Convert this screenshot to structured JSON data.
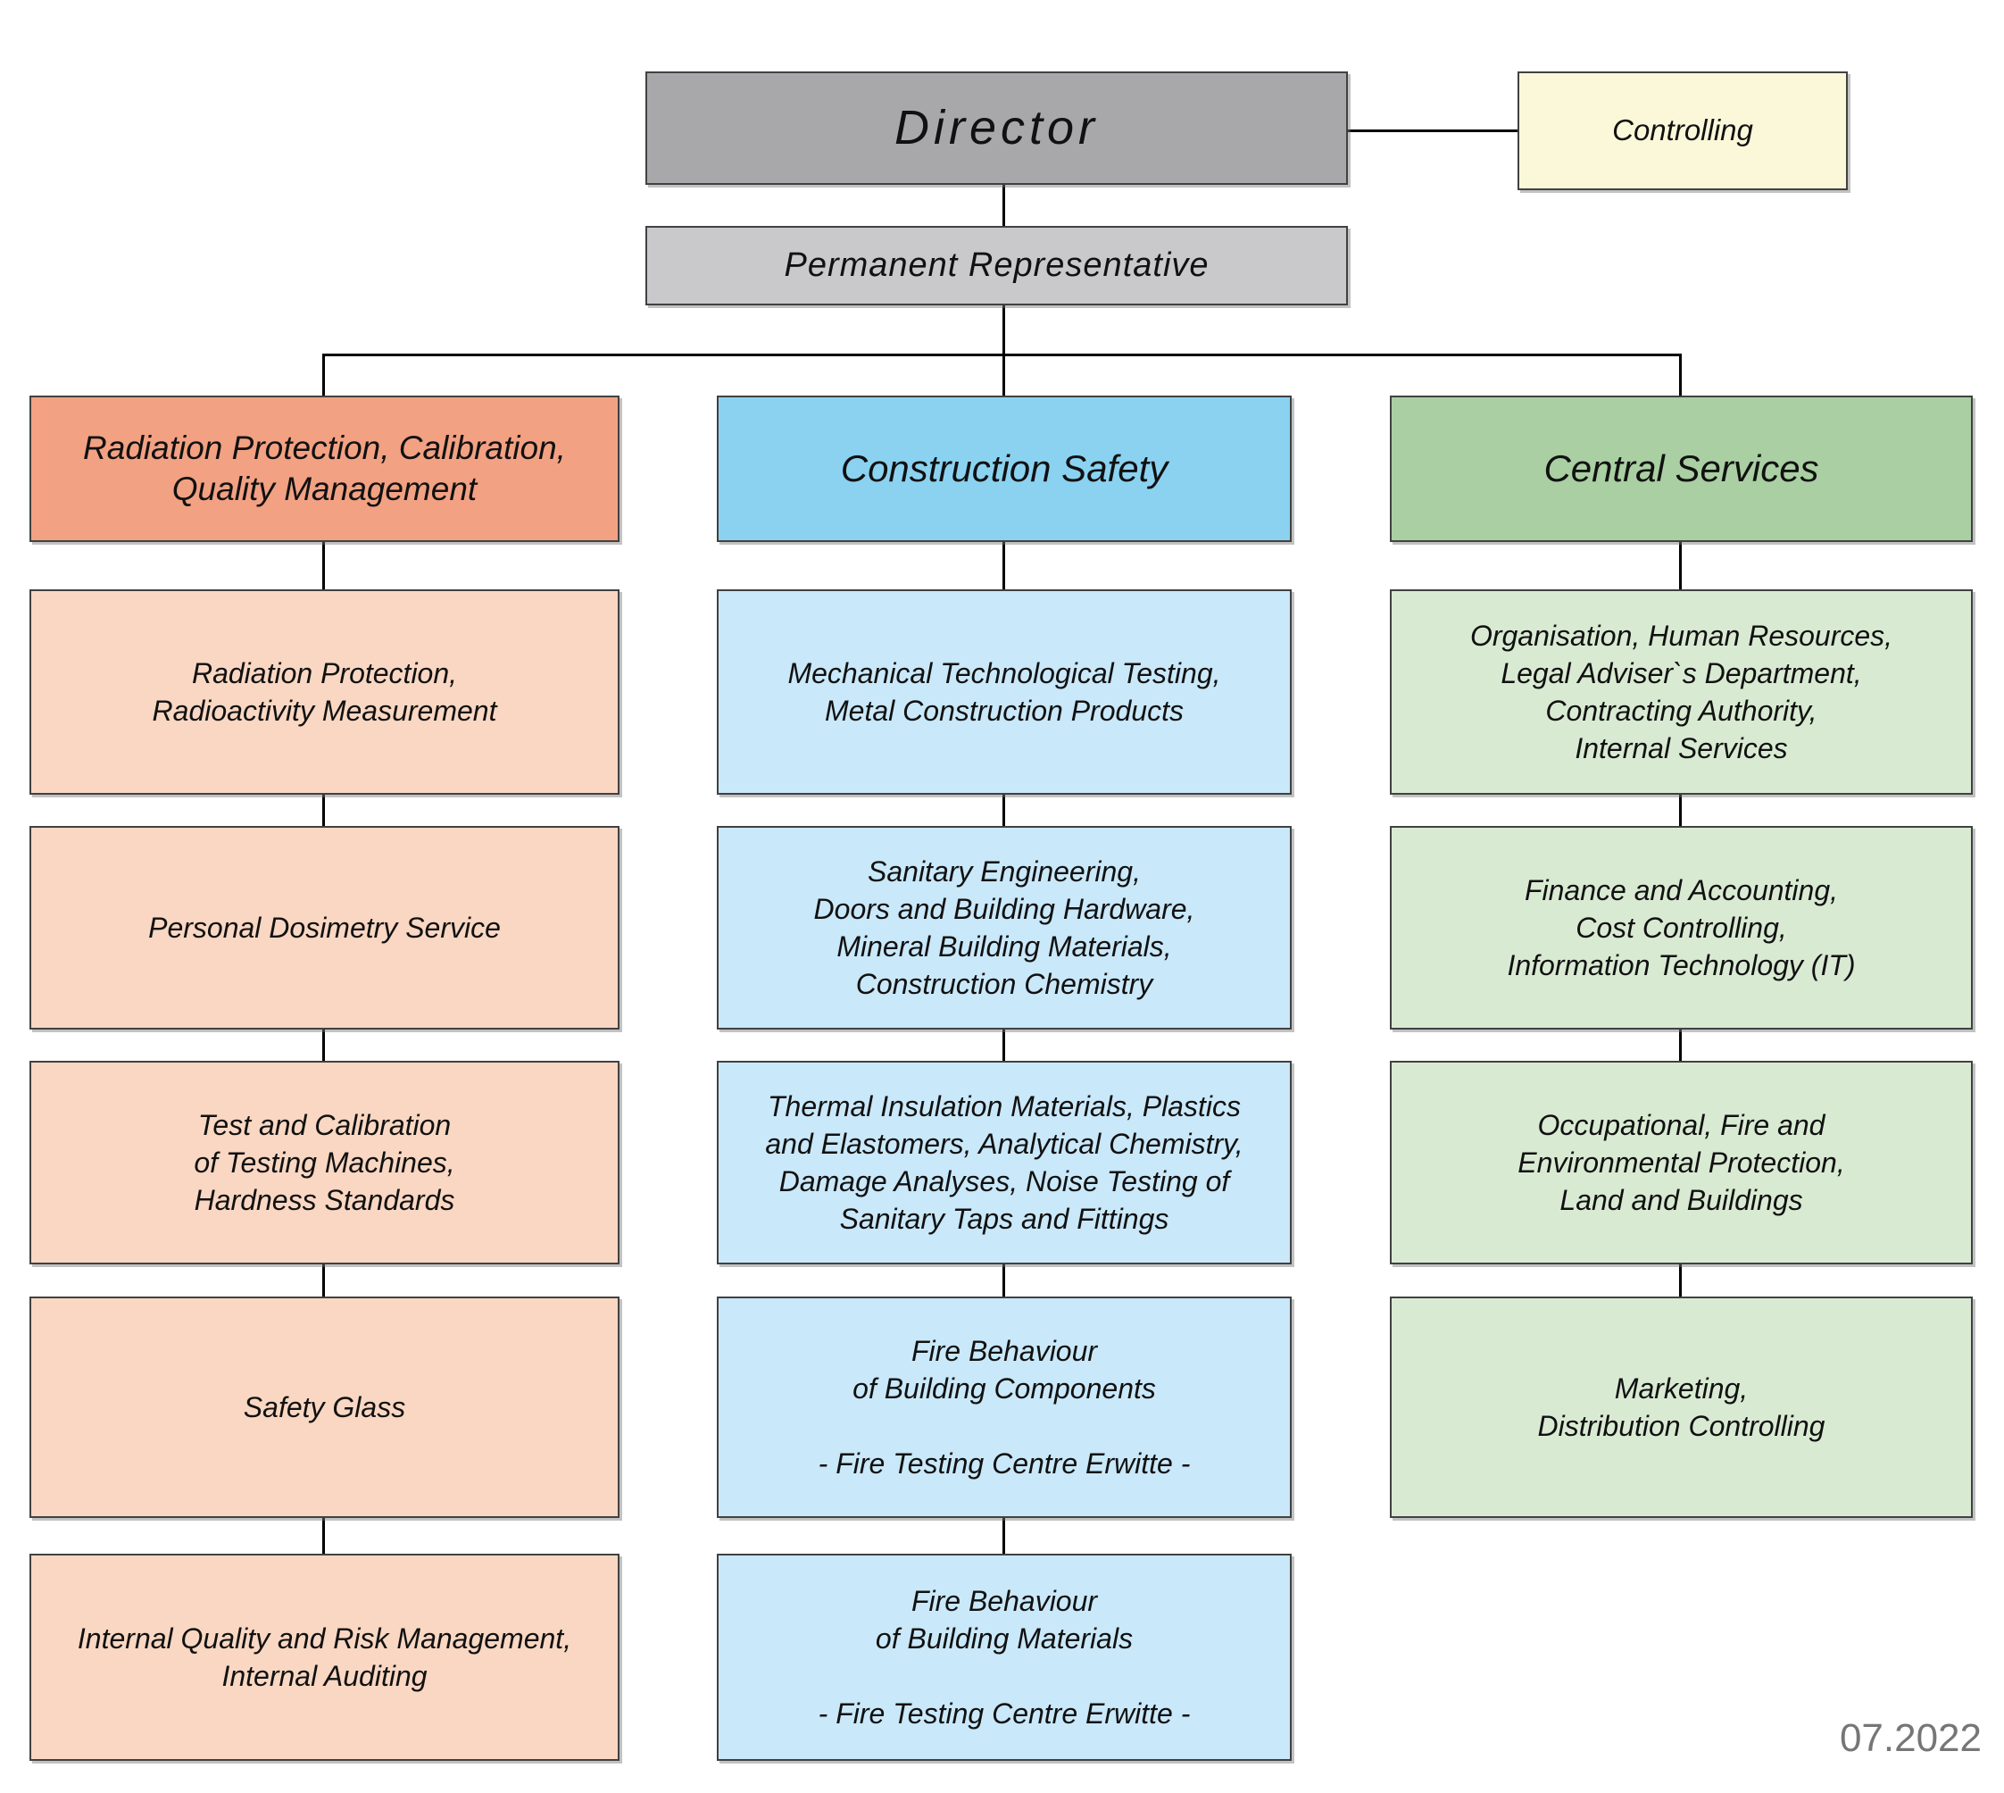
{
  "chart": {
    "director": "Director",
    "controlling": "Controlling",
    "permanent_representative": "Permanent Representative",
    "date": "07.2022",
    "columns": [
      {
        "header": "Radiation Protection, Calibration,\nQuality Management",
        "header_bg": "#F2A183",
        "item_bg": "#F9D7C2",
        "items": [
          "Radiation Protection,\nRadioactivity Measurement",
          "Personal Dosimetry Service",
          "Test and Calibration\nof Testing Machines,\nHardness Standards",
          "Safety Glass",
          "Internal Quality and Risk Management,\nInternal Auditing"
        ]
      },
      {
        "header": "Construction Safety",
        "header_bg": "#8BD2F1",
        "item_bg": "#C9E8F9",
        "items": [
          "Mechanical Technological Testing,\nMetal Construction Products",
          "Sanitary Engineering,\nDoors and Building Hardware,\nMineral Building Materials,\nConstruction Chemistry",
          "Thermal Insulation Materials, Plastics\nand Elastomers, Analytical Chemistry,\nDamage Analyses, Noise Testing of\nSanitary Taps and Fittings",
          "Fire Behaviour\nof Building Components\n\n- Fire Testing Centre Erwitte -",
          "Fire Behaviour\nof Building Materials\n\n- Fire Testing Centre Erwitte -"
        ]
      },
      {
        "header": "Central Services",
        "header_bg": "#A9CFA2",
        "item_bg": "#D9EAD3",
        "items": [
          "Organisation, Human Resources,\nLegal Adviser`s Department,\nContracting Authority,\nInternal Services",
          "Finance and Accounting,\nCost Controlling,\nInformation Technology (IT)",
          "Occupational, Fire and\nEnvironmental Protection,\nLand and Buildings",
          "Marketing,\nDistribution Controlling"
        ]
      }
    ],
    "colors": {
      "director_bg": "#A8A8AB",
      "permanent_representative_bg": "#C9C9CB",
      "controlling_bg": "#FBF8D9",
      "connector_line": "#000000",
      "date_text": "#767676"
    }
  }
}
